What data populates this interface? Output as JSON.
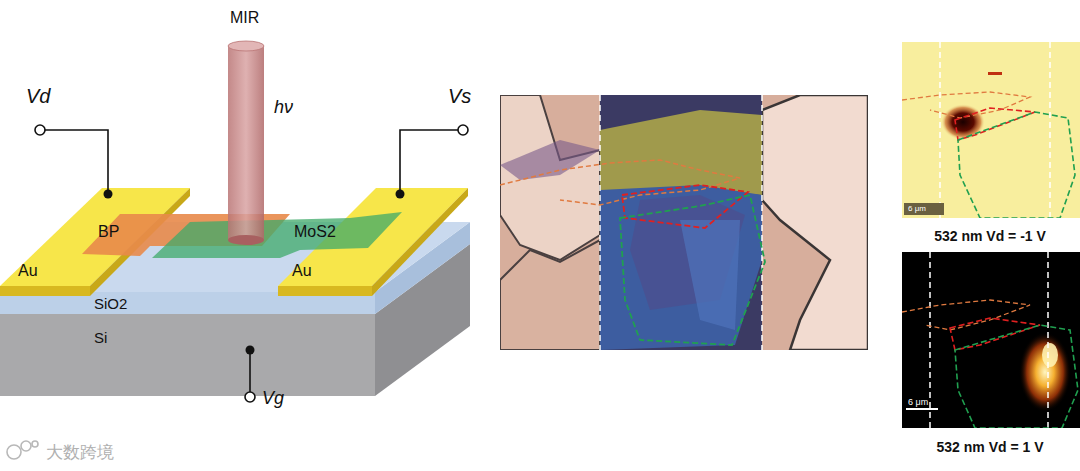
{
  "diagram": {
    "labels": [
      "Vd",
      "Vs",
      "MIR",
      "hν",
      "BP",
      "MoS2",
      "Au",
      "Au",
      "SiO2",
      "Si",
      "Vg",
      "6 μm",
      "532 nm Vd = -1 V",
      "6 μm",
      "532 nm Vd = 1 V",
      "大数跨境"
    ]
  }
}
